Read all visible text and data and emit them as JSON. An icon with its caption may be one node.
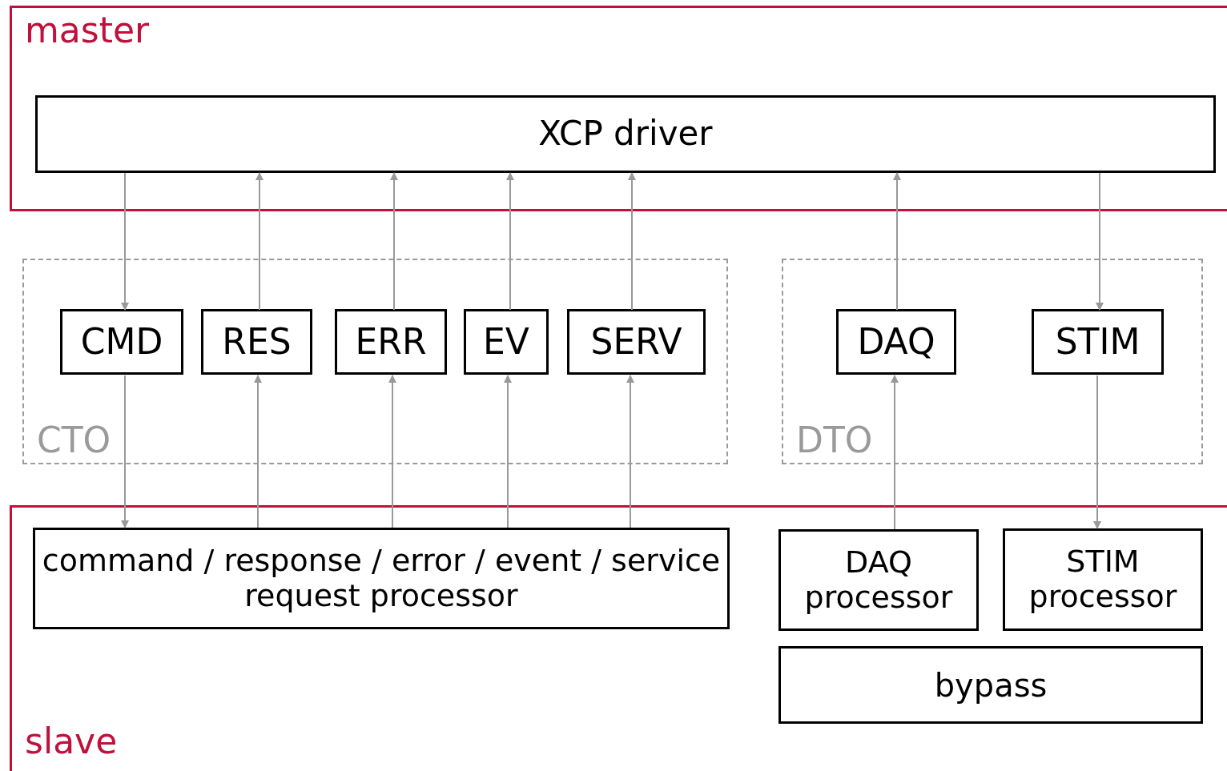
{
  "diagram": {
    "nodes": [
      {
        "text": [
          "master"
        ]
      },
      {
        "text": [
          "XCP driver"
        ],
        "in": 0
      },
      {
        "text": [
          "CTO"
        ]
      },
      {
        "text": [
          "CMD"
        ],
        "in": 2
      },
      {
        "text": [
          "RES"
        ],
        "in": 2
      },
      {
        "text": [
          "ERR"
        ],
        "in": 2
      },
      {
        "text": [
          "EV"
        ],
        "in": 2
      },
      {
        "text": [
          "SERV"
        ],
        "in": 2
      },
      {
        "text": [
          "DTO"
        ]
      },
      {
        "text": [
          "DAQ"
        ],
        "in": 8
      },
      {
        "text": [
          "STIM"
        ],
        "in": 8
      },
      {
        "text": [
          "slave"
        ]
      },
      {
        "text": [
          "command / response / error / event / service request processor"
        ],
        "in": 11
      },
      {
        "text": [
          "DAQ processor"
        ],
        "in": 11
      },
      {
        "text": [
          "STIM processor"
        ],
        "in": 11
      },
      {
        "text": [
          "bypass"
        ],
        "in": 11
      }
    ],
    "edges": [
      {
        "from": 1,
        "to": 3,
        "arrow": "to"
      },
      {
        "from": 4,
        "to": 1,
        "arrow": "to"
      },
      {
        "from": 5,
        "to": 1,
        "arrow": "to"
      },
      {
        "from": 6,
        "to": 1,
        "arrow": "to"
      },
      {
        "from": 7,
        "to": 1,
        "arrow": "to"
      },
      {
        "from": 9,
        "to": 1,
        "arrow": "to"
      },
      {
        "from": 1,
        "to": 10,
        "arrow": "to"
      },
      {
        "from": 3,
        "to": 12,
        "arrow": "to"
      },
      {
        "from": 12,
        "to": 4,
        "arrow": "to"
      },
      {
        "from": 12,
        "to": 5,
        "arrow": "to"
      },
      {
        "from": 12,
        "to": 6,
        "arrow": "to"
      },
      {
        "from": 12,
        "to": 7,
        "arrow": "to"
      },
      {
        "from": 13,
        "to": 9,
        "arrow": "to"
      },
      {
        "from": 10,
        "to": 14,
        "arrow": "to"
      }
    ]
  }
}
